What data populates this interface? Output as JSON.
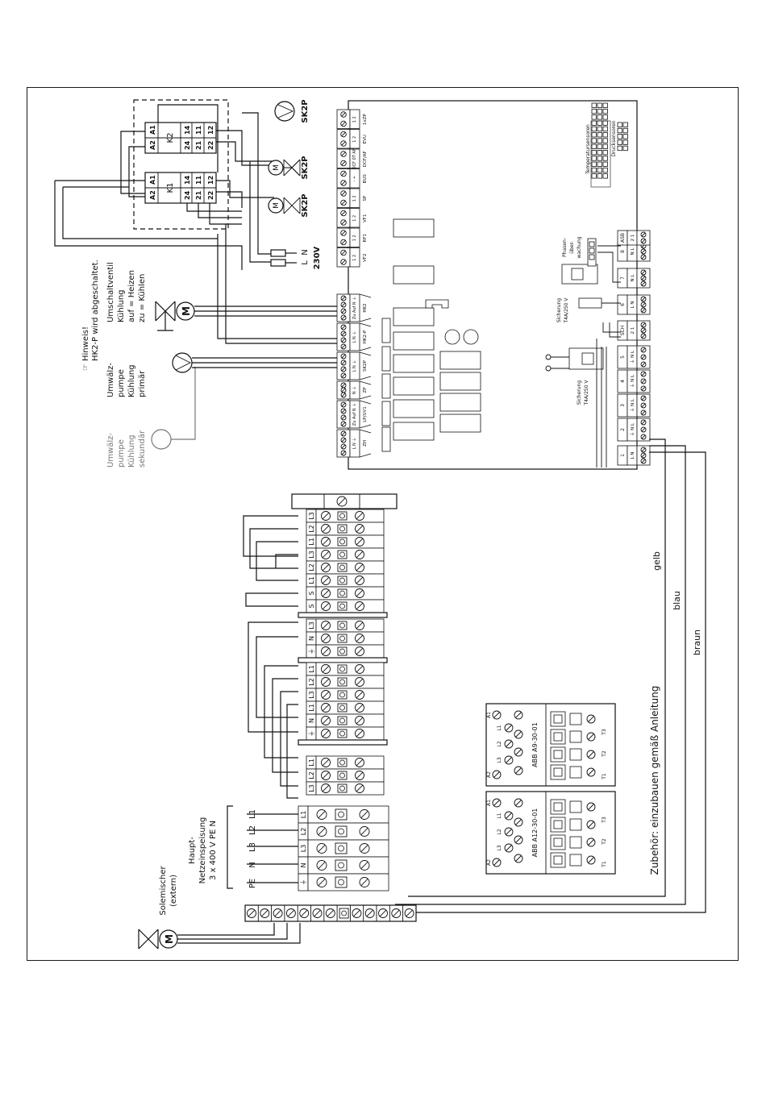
{
  "notes": {
    "hint_title": "Hinweis!",
    "hint_text": "HK2-P wird abgeschaltet.",
    "pump_primary": [
      "Umwälz-",
      "pumpe",
      "Kühlung",
      "primär"
    ],
    "pump_secondary": [
      "Umwälz-",
      "pumpe",
      "Kühlung",
      "sekundär"
    ],
    "valve": [
      "Umschaltventil",
      "Kühlung",
      "auf = Heizen",
      "zu = Kühlen"
    ],
    "mains": [
      "Haupt-",
      "Netzeinspeisung",
      "3 x 400 V PE N"
    ],
    "mains_terms": [
      "PE",
      "N",
      "L3",
      "L2",
      "L1"
    ],
    "mixer": [
      "Solemischer",
      "(extern)"
    ],
    "accessory": "Zubehör: einzubauen gemäß Anleitung",
    "supply": [
      "L",
      "N",
      "230V"
    ],
    "wire_colors": [
      "gelb",
      "blau",
      "braun"
    ]
  },
  "relays": {
    "k1": "K1",
    "k2": "K2",
    "pins_top": [
      "A2",
      "A1"
    ],
    "pins_grid": [
      [
        "24",
        "14"
      ],
      [
        "21",
        "11"
      ],
      [
        "22",
        "12"
      ]
    ]
  },
  "devices": {
    "sk2p": "SK2P",
    "motor": "M"
  },
  "board": {
    "top_terms": [
      {
        "num": "1  2",
        "label": "VF2"
      },
      {
        "num": "1  2",
        "label": "RF1"
      },
      {
        "num": "1  2",
        "label": "VF1"
      },
      {
        "num": "1  2",
        "label": "SP"
      },
      {
        "num": "-  +",
        "label": "BUS"
      },
      {
        "num": "DCF 0T AF",
        "label": "DCF/AF"
      },
      {
        "num": "1  2",
        "label": "EVU"
      },
      {
        "num": "1  2",
        "label": "1xZP"
      }
    ],
    "left_terms": [
      {
        "pins": "Zu Auf N ⏚",
        "label": "HK2"
      },
      {
        "pins": "L  N ⏚",
        "label": "HK2-P"
      },
      {
        "pins": "L  N ⏚",
        "label": "SK2P"
      },
      {
        "pins": "N ⏚",
        "label": "ZP"
      },
      {
        "pins": "Zu Auf N ⏚",
        "label": "LP/UV1"
      },
      {
        "pins": "L  N ⏚",
        "label": "ZH"
      }
    ],
    "bottom_terms": [
      {
        "num": "1",
        "pins": "L  N"
      },
      {
        "num": "2",
        "pins": "⏚ N L"
      },
      {
        "num": "3",
        "pins": "⏚ N L"
      },
      {
        "num": "4",
        "pins": "⏚ N L"
      },
      {
        "num": "5",
        "pins": "⏚ N L"
      },
      {
        "num": "SCH",
        "pins": "2  1"
      },
      {
        "num": "6",
        "pins": "L  N"
      },
      {
        "num": "7",
        "pins": "N  L"
      },
      {
        "num": "8",
        "pins": "N  L"
      },
      {
        "num": "ASB",
        "pins": "2  1"
      }
    ],
    "temp_sensors": "Temperatursensoren",
    "pressure_sensors": "Drucksensoren",
    "phase_monitor": [
      "Phasen-",
      "über-",
      "wachung"
    ],
    "fuse1": [
      "Sicherung",
      "T4A/250 V"
    ],
    "fuse2": [
      "Sicherung",
      "T4A/250 V"
    ]
  },
  "terminal_block": {
    "labels": [
      "L3",
      "L2",
      "L1",
      "L3",
      "L2",
      "L1",
      "S",
      "S",
      "L3",
      "N",
      "⏚",
      "L1",
      "L2",
      "L3",
      "L1",
      "N",
      "⏚",
      "L1",
      "L2",
      "L3"
    ]
  },
  "contactors": [
    {
      "model": "ABB  A12-30-01",
      "terms_top": [
        "A1",
        "L1",
        "L2",
        "L3",
        "A2"
      ],
      "terms_bot": [
        "T1",
        "T2",
        "T3"
      ]
    },
    {
      "model": "ABB  A9-30-01",
      "terms_top": [
        "A1",
        "L1",
        "L2",
        "L3",
        "A2"
      ],
      "terms_bot": [
        "T1",
        "T2",
        "T3"
      ]
    }
  ]
}
